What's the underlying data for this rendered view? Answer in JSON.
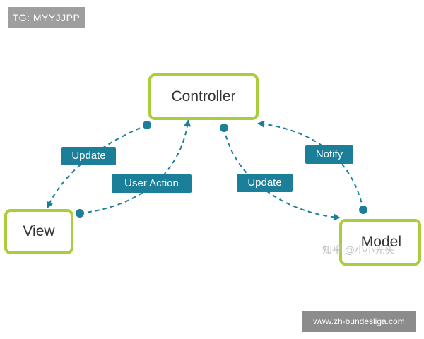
{
  "corner_tag": "TG: MYYJJPP",
  "footer_tag": "www.zh-bundesliga.com",
  "watermark": "知乎 @小小光头",
  "nodes": {
    "controller": "Controller",
    "view": "View",
    "model": "Model"
  },
  "edges": {
    "update_left": "Update",
    "user_action": "User Action",
    "update_right": "Update",
    "notify": "Notify"
  },
  "colors": {
    "node_border": "#a9cd3c",
    "edge": "#1c7f9a",
    "label_bg": "#1c7f9a"
  }
}
